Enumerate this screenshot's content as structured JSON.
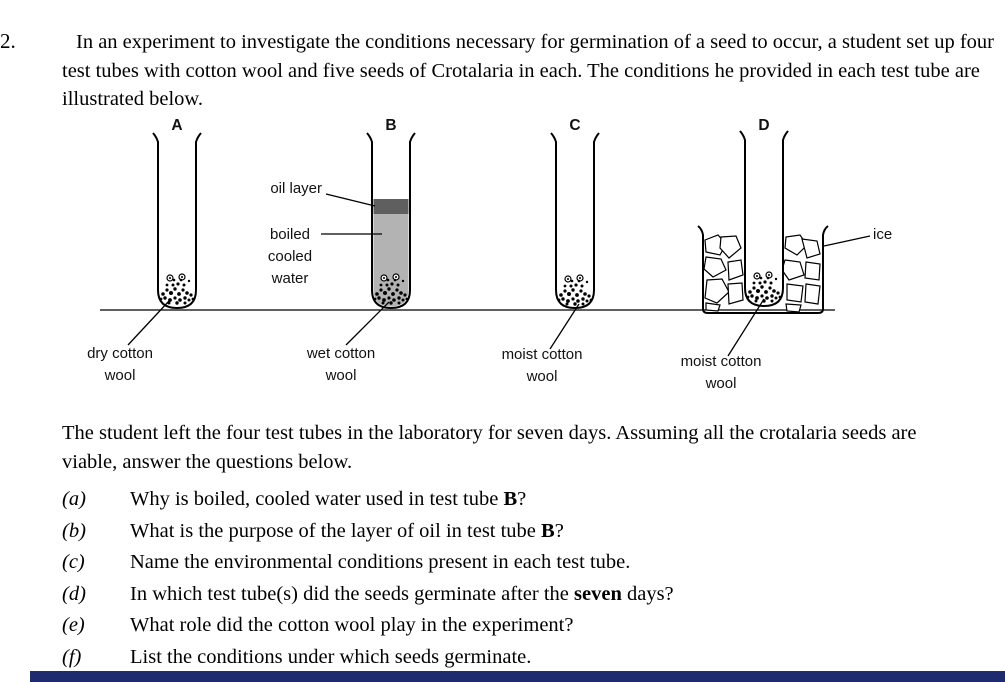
{
  "page": {
    "question_number": "2.",
    "intro": "In an experiment to investigate the conditions necessary for germination of a seed to occur, a student set up four test tubes with cotton wool and five seeds of Crotalaria in each. The conditions he provided in each test tube are illustrated below.",
    "middle": "The student left the four test tubes in the laboratory for seven days. Assuming all the crotalaria seeds are viable, answer the questions below."
  },
  "diagram": {
    "tubes": [
      "A",
      "B",
      "C",
      "D"
    ],
    "oil_label": "oil layer",
    "water_label": [
      "boiled",
      "cooled",
      "water"
    ],
    "ice_label": "ice",
    "captions": {
      "a": [
        "dry cotton",
        "wool"
      ],
      "b": [
        "wet cotton",
        "wool"
      ],
      "c": [
        "moist cotton",
        "wool"
      ],
      "d": [
        "moist cotton",
        "wool"
      ]
    },
    "colors": {
      "oil": "#5f5f5f",
      "water": "#b3b3b3"
    }
  },
  "subquestions": [
    {
      "label": "(a)",
      "pre": "Why is boiled, cooled water used in test tube ",
      "bold": "B",
      "post": "?"
    },
    {
      "label": "(b)",
      "pre": "What is the purpose of the layer of oil in test tube ",
      "bold": "B",
      "post": "?"
    },
    {
      "label": "(c)",
      "pre": "Name the environmental conditions present in each test tube.",
      "bold": "",
      "post": ""
    },
    {
      "label": "(d)",
      "pre": "In which test tube(s) did the seeds germinate after the ",
      "bold": "seven",
      "post": " days?"
    },
    {
      "label": "(e)",
      "pre": "What role did the cotton wool play in the experiment?",
      "bold": "",
      "post": ""
    },
    {
      "label": "(f)",
      "pre": "List the conditions under which seeds germinate.",
      "bold": "",
      "post": ""
    }
  ],
  "footer": {
    "bar_color": "#1e2b6e"
  }
}
